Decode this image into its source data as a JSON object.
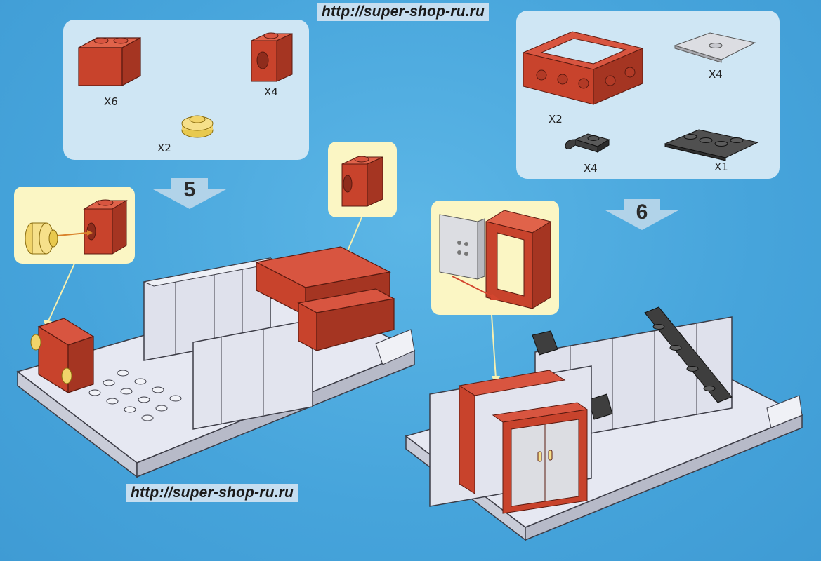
{
  "header": {
    "url": "http://super-shop-ru.ru"
  },
  "footer": {
    "url": "http://super-shop-ru.ru"
  },
  "step5": {
    "number": "5",
    "parts": [
      {
        "name": "red-brick-1x2",
        "qty": "X6"
      },
      {
        "name": "red-technic-brick-1x1",
        "qty": "X4"
      },
      {
        "name": "trans-yellow-round-plate",
        "qty": "X2"
      }
    ]
  },
  "step6": {
    "number": "6",
    "parts": [
      {
        "name": "red-window-frame",
        "qty": "X2"
      },
      {
        "name": "grey-door-panel",
        "qty": "X4"
      },
      {
        "name": "black-clip-plate",
        "qty": "X4"
      },
      {
        "name": "black-plate-1x4",
        "qty": "X1"
      }
    ]
  },
  "colors": {
    "background": "#4aa8de",
    "panel": "#cfe6f4",
    "callout": "#fbf6c4",
    "brick_red": "#c8432c",
    "base_white": "#e6e8f2",
    "black_part": "#3e3e3e",
    "trans_yellow": "#f1d46a"
  }
}
